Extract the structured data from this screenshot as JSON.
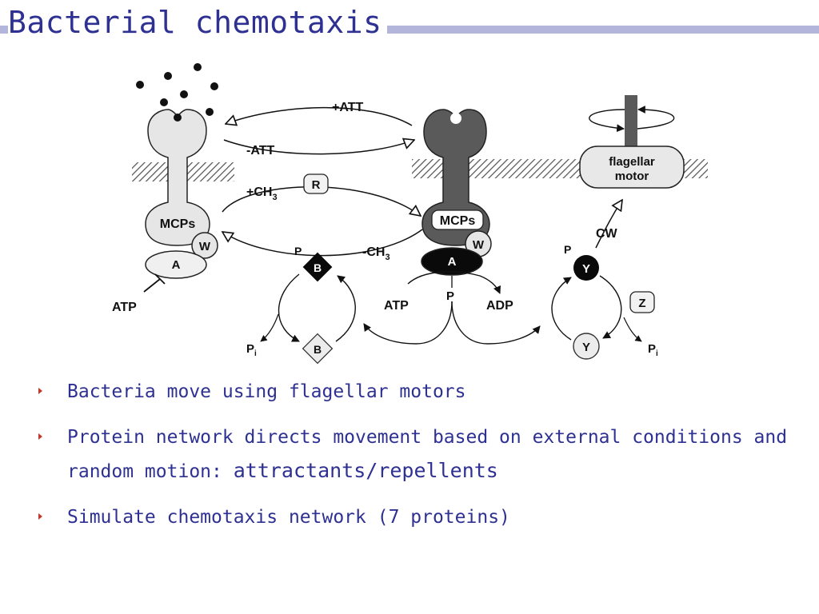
{
  "slide": {
    "title": "Bacterial chemotaxis",
    "accent_color": "#2e3192",
    "bar_color": "#b3b5db",
    "bullet_color": "#c0392b"
  },
  "diagram": {
    "labels": {
      "att_plus": "+ATT",
      "att_minus": "-ATT",
      "ch3_plus": "+CH",
      "ch3_minus": "-CH",
      "subscript3": "3",
      "r": "R",
      "mcps_left": "MCPs",
      "mcps_right": "MCPs",
      "w_left": "W",
      "w_right": "W",
      "a_left": "A",
      "a_right": "A",
      "atp_left": "ATP",
      "atp_center": "ATP",
      "adp": "ADP",
      "p_center": "P",
      "b_phos": "B",
      "b": "B",
      "p_b": "P",
      "pi_left": "P",
      "pi_sub": "i",
      "flagellar_line1": "flagellar",
      "flagellar_line2": "motor",
      "cw": "CW",
      "y_phos": "Y",
      "p_y": "P",
      "y": "Y",
      "z": "Z",
      "pi_right": "P",
      "pi_right_sub": "i"
    }
  },
  "bullets": [
    {
      "text": "Bacteria move using flagellar motors"
    },
    {
      "text": "Protein network directs movement based on external conditions and random motion: ",
      "emphasis": "attractants/repellents"
    },
    {
      "text": "Simulate chemotaxis network (7 proteins)"
    }
  ]
}
